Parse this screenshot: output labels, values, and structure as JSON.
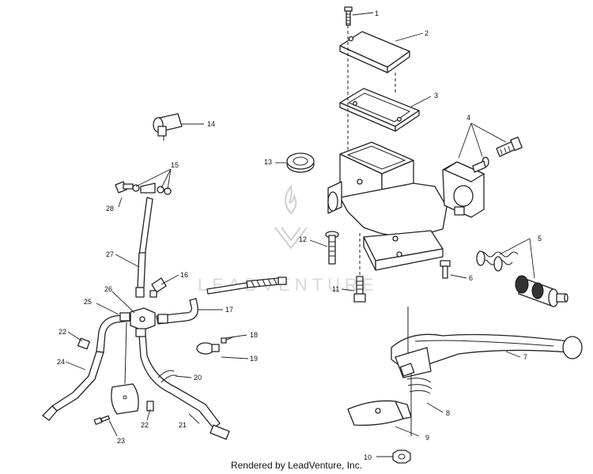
{
  "watermark": {
    "text": "LEADVENTURE"
  },
  "credit": "Rendered by LeadVenture, Inc.",
  "callouts": [
    "1",
    "2",
    "3",
    "4",
    "5",
    "6",
    "7",
    "8",
    "9",
    "10",
    "11",
    "12",
    "13",
    "14",
    "15",
    "16",
    "17",
    "18",
    "19",
    "20",
    "21",
    "22",
    "22",
    "23",
    "24",
    "25",
    "26",
    "27",
    "28"
  ],
  "colors": {
    "line": "#222222",
    "background": "#ffffff",
    "watermark": "#d0d0d0"
  }
}
